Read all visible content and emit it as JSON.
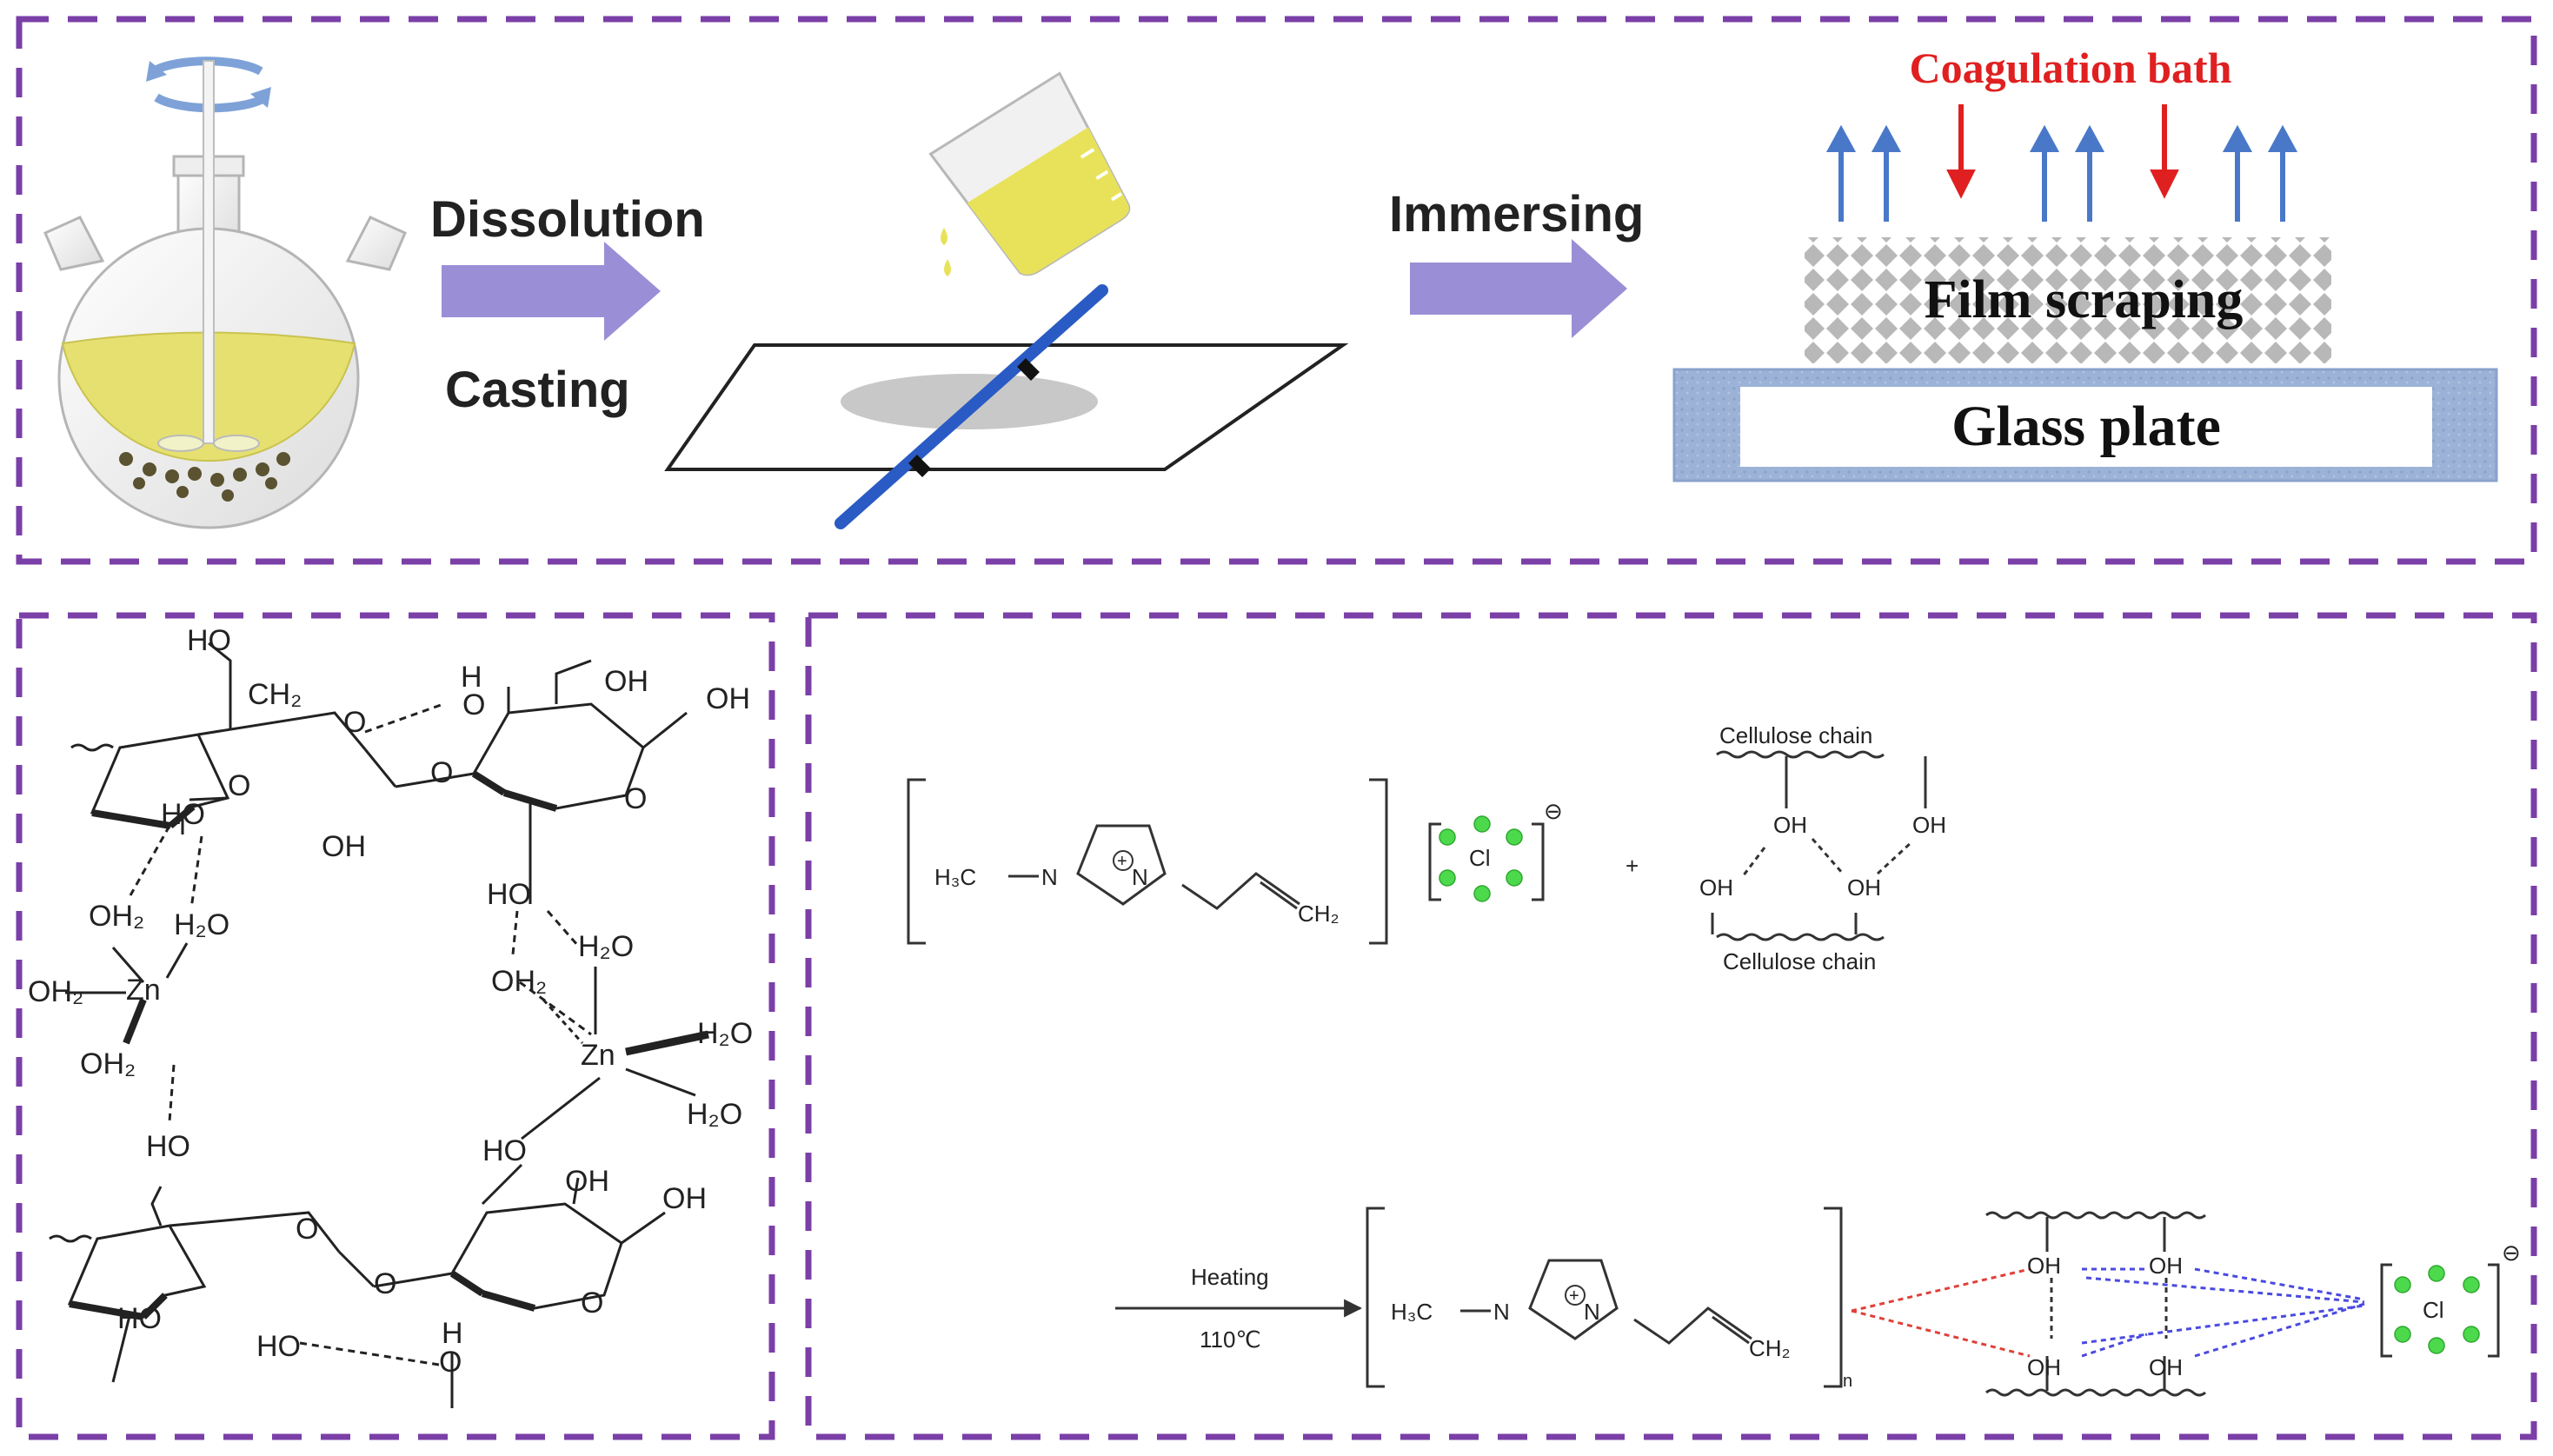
{
  "colors": {
    "panel_border": "#7b3fa8",
    "process_arrow": "#9a8fd6",
    "solution": "#e6e070",
    "glass_plate": "#9cb2d6",
    "rod": "#2a5bc4",
    "up_arrow": "#4a78c9",
    "down_arrow": "#e02020",
    "chloride": "#4cd94c",
    "red_bond": "#e0403a",
    "blue_bond": "#4a4ae0"
  },
  "process": {
    "step_dissolution": "Dissolution",
    "step_casting": "Casting",
    "step_immersing": "Immersing",
    "coagulation_bath": "Coagulation bath",
    "film_scraping": "Film scraping",
    "glass_plate": "Glass plate"
  },
  "cellulose_zn": {
    "labels": [
      "HO",
      "CH₂",
      "O",
      "H",
      "O",
      "OH",
      "OH",
      "O",
      "O",
      "O",
      "HO",
      "OH",
      "OH₂",
      "H₂O",
      "OH₂",
      "Zn",
      "OH₂",
      "HO",
      "H₂O",
      "OH₂",
      "Zn",
      "H₂O",
      "H₂O",
      "HO",
      "HO",
      "OH",
      "OH",
      "O",
      "O",
      "O",
      "HO",
      "HO",
      "H",
      "O"
    ]
  },
  "ionic_liquid": {
    "cation_h3c": "H₃C",
    "cation_n": "N",
    "cation_n2": "N",
    "cation_ch2": "CH₂",
    "plus": "+",
    "anion": "Cl",
    "charge": "⊖",
    "cellulose_chain_top": "Cellulose chain",
    "cellulose_chain_bottom": "Cellulose chain",
    "oh": "OH",
    "heating": "Heating",
    "temperature": "110℃",
    "n_sub": "n"
  }
}
